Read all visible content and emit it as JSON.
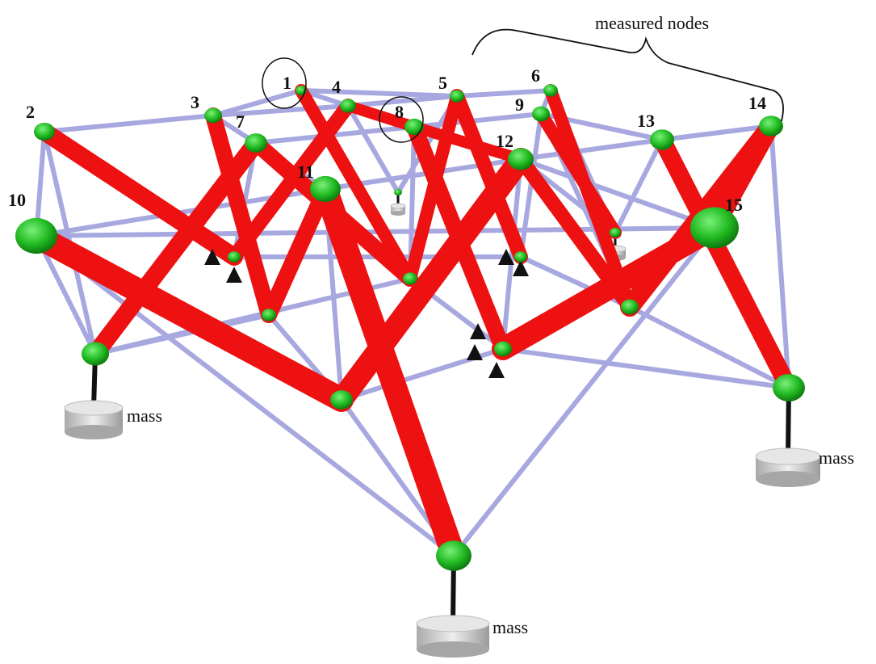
{
  "diagram": {
    "annotation": "measured nodes",
    "node_labels": [
      "1",
      "2",
      "3",
      "4",
      "5",
      "6",
      "7",
      "8",
      "9",
      "10",
      "11",
      "12",
      "13",
      "14",
      "15"
    ],
    "mass_label": "mass",
    "circled_nodes": [
      "1",
      "8"
    ],
    "colors": {
      "strut": "#ee1111",
      "cable": "#a8a8e0",
      "node": "#22bb22",
      "mass": "#d4d4d4",
      "support": "#111111"
    }
  }
}
